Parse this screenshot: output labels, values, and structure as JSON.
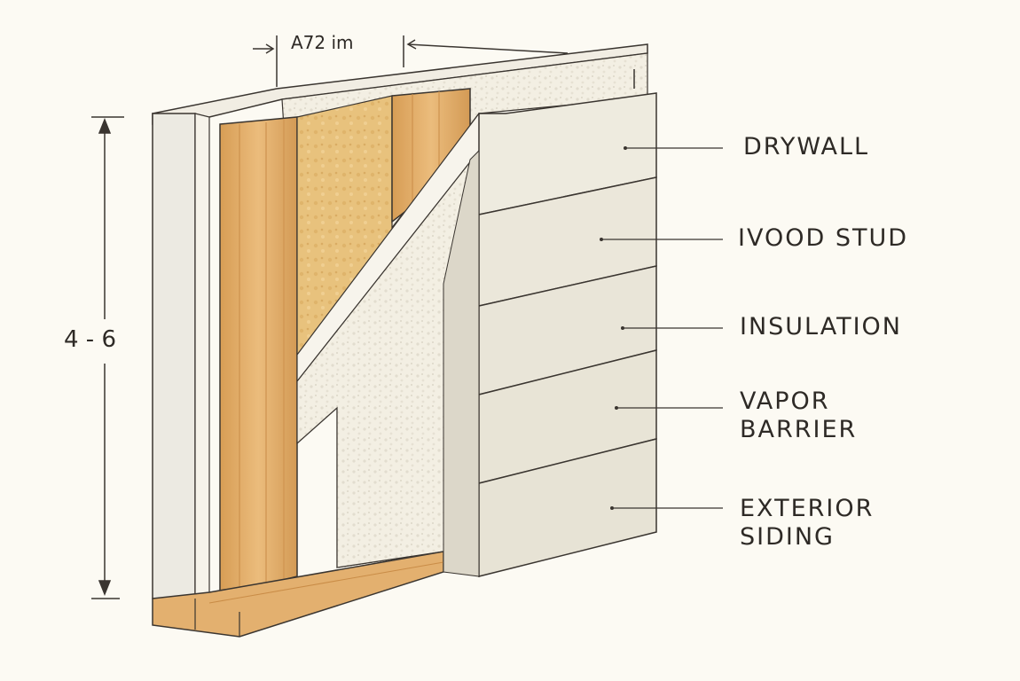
{
  "diagram": {
    "dimensions": {
      "top_width": "A72 im",
      "height": "4 - 6"
    },
    "labels": [
      {
        "id": "drywall",
        "lines": [
          "DRYWALL"
        ]
      },
      {
        "id": "wood-stud",
        "lines": [
          "IVOOD STUD"
        ]
      },
      {
        "id": "insulation",
        "lines": [
          "INSULATION"
        ]
      },
      {
        "id": "vapor-barrier",
        "lines": [
          "VAPOR",
          "BARRIER"
        ]
      },
      {
        "id": "exterior-siding",
        "lines": [
          "EXTERIOR",
          "SIDING"
        ]
      }
    ],
    "colors": {
      "background": "#fcfaf3",
      "wood": "#e3b06f",
      "insulation": "#e9c37c",
      "drywall": "#eeebe2",
      "siding": "#ece8da",
      "outline": "#3a3530"
    }
  }
}
